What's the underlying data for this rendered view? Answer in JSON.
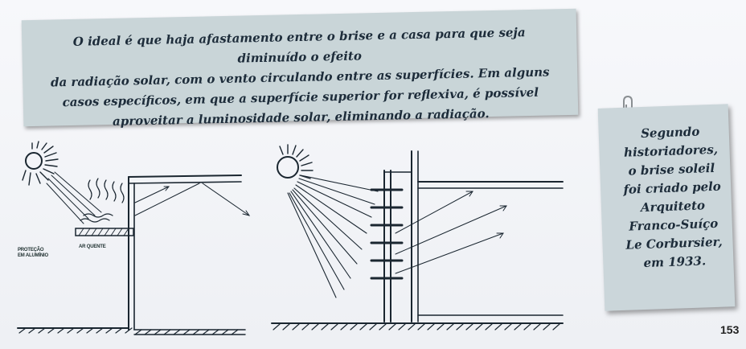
{
  "quote_box": {
    "lines": [
      "O ideal é que haja afastamento entre o brise e a casa para que seja diminuído o efeito",
      "da radiação solar, com o vento circulando entre as superfícies. Em alguns",
      "casos específicos, em que a superfície superior for reflexiva, é possível",
      "aproveitar a luminosidade solar, eliminando a radiação."
    ]
  },
  "side_note": {
    "lines": [
      "Segundo",
      "historiadores,",
      "o brise soleil",
      "foi criado pelo",
      "Arquiteto",
      "Franco-Suíço",
      "Le Corbursier,",
      "em 1933."
    ]
  },
  "sketch_left": {
    "label_protecao": [
      "PROTEÇÃO",
      "EM ALUMÍNIO"
    ],
    "label_ar_quente": "AR QUENTE"
  },
  "page_number": "153",
  "colors": {
    "box": "#c9d5d8",
    "text": "#1d2c3a",
    "sketch": "#1a2630",
    "page": "#f4f5f8"
  }
}
